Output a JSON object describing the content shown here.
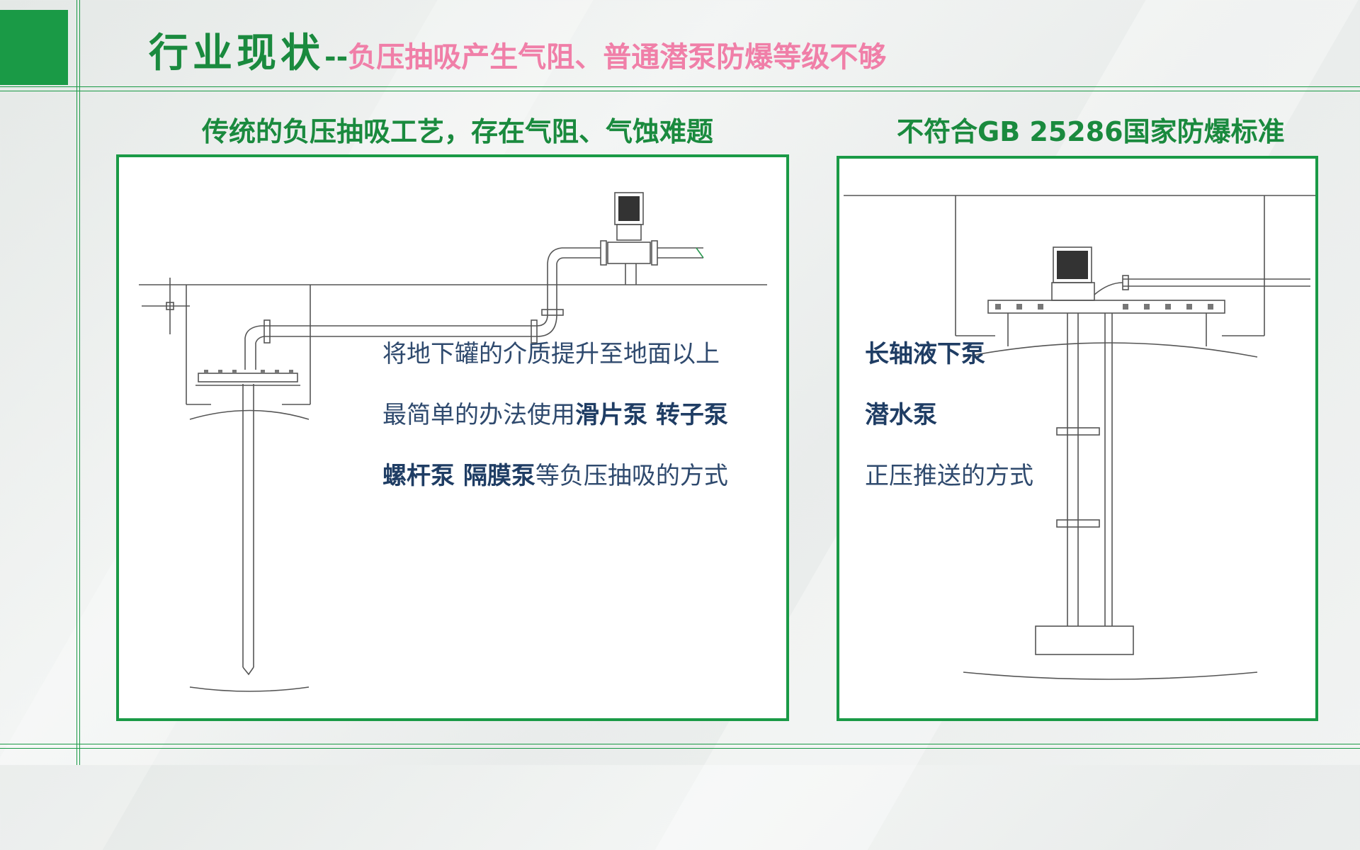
{
  "title": {
    "main": "行业现状",
    "separator": "--",
    "subtitle": "负压抽吸产生气阻、普通潜泵防爆等级不够"
  },
  "left_panel": {
    "heading": "传统的负压抽吸工艺，存在气阻、气蚀难题",
    "lines": [
      {
        "parts": [
          {
            "text": "将地下罐的介质提升至地面以上",
            "bold": false
          }
        ]
      },
      {
        "parts": [
          {
            "text": "最简单的办法使用",
            "bold": false
          },
          {
            "text": "滑片泵 转子泵",
            "bold": true
          }
        ]
      },
      {
        "parts": [
          {
            "text": "螺杆泵 隔膜泵",
            "bold": true
          },
          {
            "text": "等负压抽吸的方式",
            "bold": false
          }
        ]
      }
    ]
  },
  "right_panel": {
    "heading": "不符合GB 25286国家防爆标准",
    "lines": [
      {
        "parts": [
          {
            "text": "长轴液下泵",
            "bold": true
          }
        ]
      },
      {
        "parts": [
          {
            "text": "潜水泵",
            "bold": true
          }
        ]
      },
      {
        "parts": [
          {
            "text": "正压推送的方式",
            "bold": false
          }
        ]
      }
    ]
  },
  "colors": {
    "accent_green": "#1a9a46",
    "title_green": "#1a8a3e",
    "subtitle_pink": "#f07fa8",
    "body_text": "#2f4a6e"
  }
}
